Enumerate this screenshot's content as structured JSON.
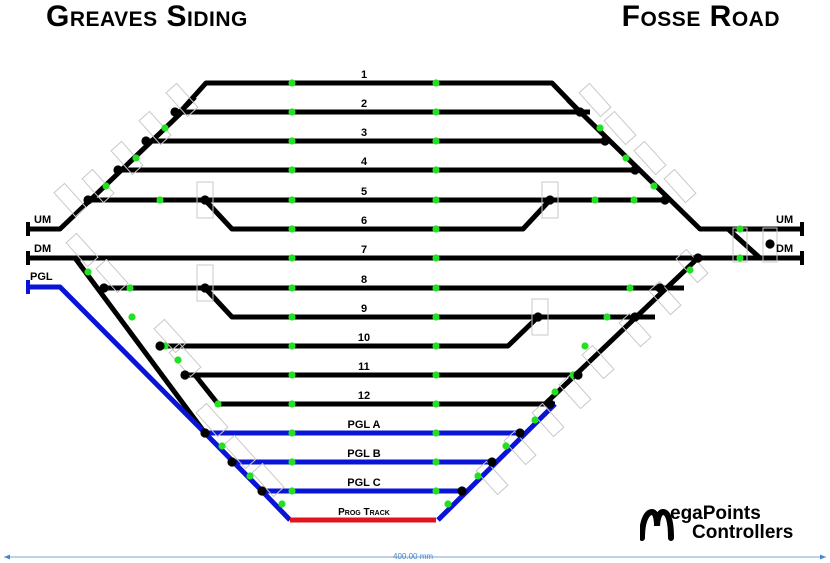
{
  "titles": {
    "left": "Greaves Siding",
    "right": "Fosse Road"
  },
  "tracks": [
    {
      "label": "1"
    },
    {
      "label": "2"
    },
    {
      "label": "3"
    },
    {
      "label": "4"
    },
    {
      "label": "5"
    },
    {
      "label": "6"
    },
    {
      "label": "7"
    },
    {
      "label": "8"
    },
    {
      "label": "9"
    },
    {
      "label": "10"
    },
    {
      "label": "11"
    },
    {
      "label": "12"
    },
    {
      "label": "PGL A"
    },
    {
      "label": "PGL B"
    },
    {
      "label": "PGL C"
    },
    {
      "label": "Prog Track"
    }
  ],
  "ports": {
    "um_left": "UM",
    "dm_left": "DM",
    "pgl_left": "PGL",
    "um_right": "UM",
    "dm_right": "DM"
  },
  "logo": {
    "line1": "egaPoints",
    "line2": "Controllers"
  },
  "dimension": "400.00 mm",
  "colors": {
    "main_track": "#000000",
    "pgl_track": "#0a14d6",
    "prog_track": "#e0141e",
    "section_break": "#22e022",
    "dimension": "#4a86c8"
  }
}
